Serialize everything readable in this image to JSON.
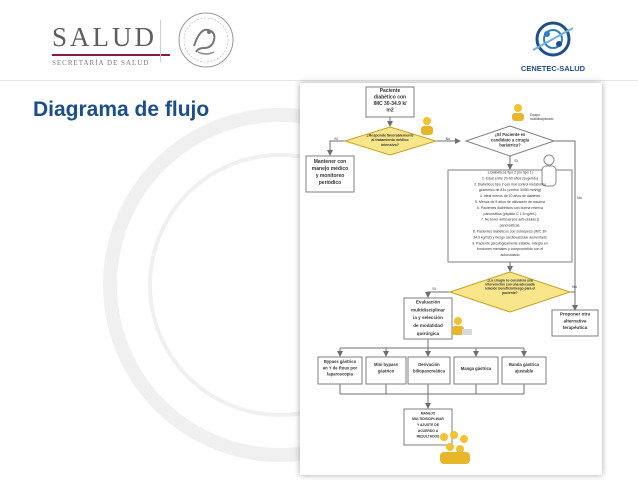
{
  "header": {
    "salud_word": "SALUD",
    "salud_sub": "SECRETARÍA DE SALUD",
    "cenetec_label": "CENETEC-SALUD"
  },
  "slide_title": "Diagrama de flujo",
  "diagram": {
    "start": [
      "Paciente",
      "diabético con",
      "IMC 30-34.9 k/",
      "m2"
    ],
    "q1": [
      "¿Responde favorablemente",
      "al tratamiento médico",
      "intensivo?"
    ],
    "q1_yes": "Si",
    "q1_no": "No",
    "team_label": [
      "Equipo",
      "multidisciplinario"
    ],
    "q2": [
      "¿El Paciente es",
      "candidato a cirugía",
      "bariatrica?"
    ],
    "keep": [
      "Mantener con",
      "manejo médico",
      "y monitoreo",
      "periódico"
    ],
    "criteria": [
      "1.Diabéticos tipo 2 (no tipo 1)",
      "2. Edad entre 20-60 años (sugerido)",
      "3. Diabéticos tipo 2 con mal control metabólico",
      "glucémico de A1c (control 30/80 mmHg)",
      "4. Ideal menos de 10 años de diabetes",
      "5. Menos de 5 años de utilización de insulina",
      "6. Pacientes diabéticos con buena reserva",
      "pancreática (péptido C 1.5 ng/mL)",
      "7. No tener anticuerpos anti-células β",
      "pancreáticas.",
      "8. Pacientes diabéticos con sobrepeso (IMC 30-",
      "34.9 kg/m2) y riesgo cardiovascular aumentado",
      "9. Paciente psicológicamente estable. Integra en",
      "funciones mentales y comprometido con el",
      "autocuidado"
    ],
    "q3": [
      "¿La cirugía se considera una",
      "intervención con una adecuada",
      "relación beneficio/riesgo para el",
      "paciente?"
    ],
    "q2_yes": "Si",
    "q2_no": "No",
    "q3_yes": "Si",
    "q3_no": "No",
    "eval": [
      "Evaluación",
      "multidisciplinar",
      "ia y selección",
      "de modalidad",
      "quirúrgica"
    ],
    "alt": [
      "Proponer otra",
      "alternativa",
      "terapéutica"
    ],
    "options": [
      [
        "Bypass gástrico",
        "en Y de Roux por",
        "laparoscopia"
      ],
      [
        "Mini bypass",
        "gástrico"
      ],
      [
        "Derivación",
        "biliopancreática"
      ],
      [
        "Manga gástrica"
      ],
      [
        "Banda gástrica",
        "ajustable"
      ]
    ],
    "final": [
      "MANEJO",
      "MULTIDISCIPLINAR",
      "Y AJUSTE DE",
      "ACUERDO A",
      "RESULTADOS"
    ]
  },
  "colors": {
    "box_border": "#7f7f7f",
    "diamond_fill": "#f9e58a",
    "diamond_border": "#c9a21f",
    "title": "#1b4e8f",
    "brand": "#8b1b3a"
  }
}
